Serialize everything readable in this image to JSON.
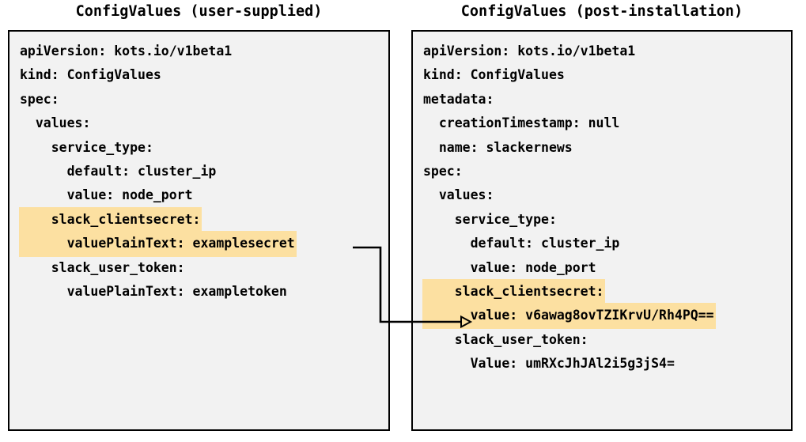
{
  "diagram": {
    "title_left": "ConfigValues (user-supplied)",
    "title_right": "ConfigValues (post-installation)",
    "highlight_color": "#fce0a1",
    "box_border_color": "#000000",
    "box_background_color": "#f2f2f2",
    "connector_color": "#000000"
  },
  "left_panel": {
    "title": "ConfigValues (user-supplied)",
    "lines": [
      {
        "text": "apiVersion: kots.io/v1beta1",
        "highlight": false
      },
      {
        "text": "kind: ConfigValues",
        "highlight": false
      },
      {
        "text": "spec:",
        "highlight": false
      },
      {
        "text": "  values:",
        "highlight": false
      },
      {
        "text": "    service_type:",
        "highlight": false
      },
      {
        "text": "      default: cluster_ip",
        "highlight": false
      },
      {
        "text": "      value: node_port",
        "highlight": false
      },
      {
        "text": "    slack_clientsecret:",
        "highlight": true
      },
      {
        "text": "      valuePlainText: examplesecret",
        "highlight": true
      },
      {
        "text": "    slack_user_token:",
        "highlight": false
      },
      {
        "text": "      valuePlainText: exampletoken",
        "highlight": false
      }
    ]
  },
  "right_panel": {
    "title": "ConfigValues (post-installation)",
    "lines": [
      {
        "text": "apiVersion: kots.io/v1beta1",
        "highlight": false
      },
      {
        "text": "kind: ConfigValues",
        "highlight": false
      },
      {
        "text": "metadata:",
        "highlight": false
      },
      {
        "text": "  creationTimestamp: null",
        "highlight": false
      },
      {
        "text": "  name: slackernews",
        "highlight": false
      },
      {
        "text": "spec:",
        "highlight": false
      },
      {
        "text": "  values:",
        "highlight": false
      },
      {
        "text": "    service_type:",
        "highlight": false
      },
      {
        "text": "      default: cluster_ip",
        "highlight": false
      },
      {
        "text": "      value: node_port",
        "highlight": false
      },
      {
        "text": "    slack_clientsecret:",
        "highlight": true
      },
      {
        "text": "      value: v6awag8ovTZIKrvU/Rh4PQ==",
        "highlight": true
      },
      {
        "text": "    slack_user_token:",
        "highlight": false
      },
      {
        "text": "      Value: umRXcJhJAl2i5g3jS4=",
        "highlight": false
      }
    ]
  },
  "connector": {
    "from_label": "examplesecret",
    "to_label": "value: v6awag8ovTZIKrvU/Rh4PQ==",
    "arrow": "arrow-right"
  }
}
